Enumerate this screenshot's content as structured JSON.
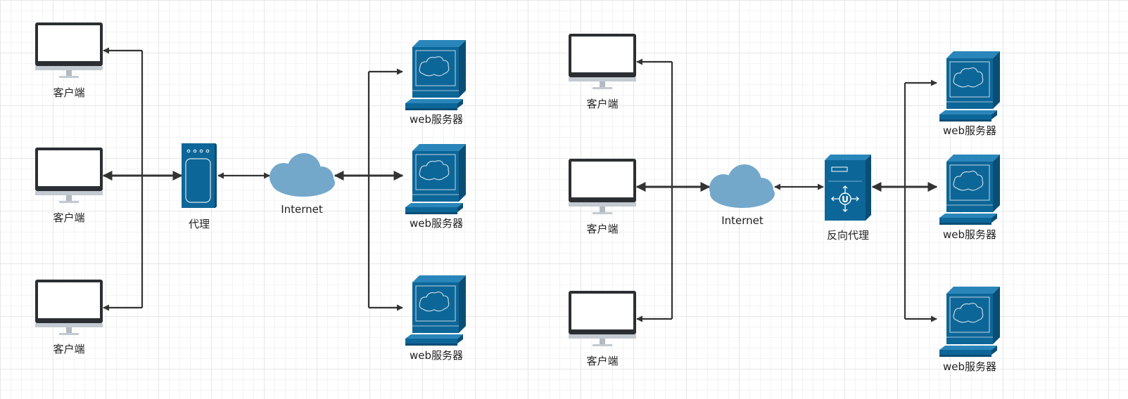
{
  "colors": {
    "device_blue": "#0d6698",
    "cloud_blue": "#73a8cb",
    "connector": "#333333",
    "monitor_frame": "#2b2f33",
    "monitor_stand": "#c4cad1"
  },
  "forward_proxy": {
    "clients": [
      {
        "label": "客户端"
      },
      {
        "label": "客户端"
      },
      {
        "label": "客户端"
      }
    ],
    "proxy": {
      "label": "代理",
      "icon": "proxy-server-icon"
    },
    "internet": {
      "label": "Internet",
      "icon": "cloud-icon"
    },
    "servers": [
      {
        "label": "web服务器"
      },
      {
        "label": "web服务器"
      },
      {
        "label": "web服务器"
      }
    ]
  },
  "reverse_proxy": {
    "clients": [
      {
        "label": "客户端"
      },
      {
        "label": "客户端"
      },
      {
        "label": "客户端"
      }
    ],
    "internet": {
      "label": "Internet",
      "icon": "cloud-icon"
    },
    "proxy": {
      "label": "反向代理",
      "icon": "reverse-proxy-server-icon"
    },
    "servers": [
      {
        "label": "web服务器"
      },
      {
        "label": "web服务器"
      },
      {
        "label": "web服务器"
      }
    ]
  }
}
